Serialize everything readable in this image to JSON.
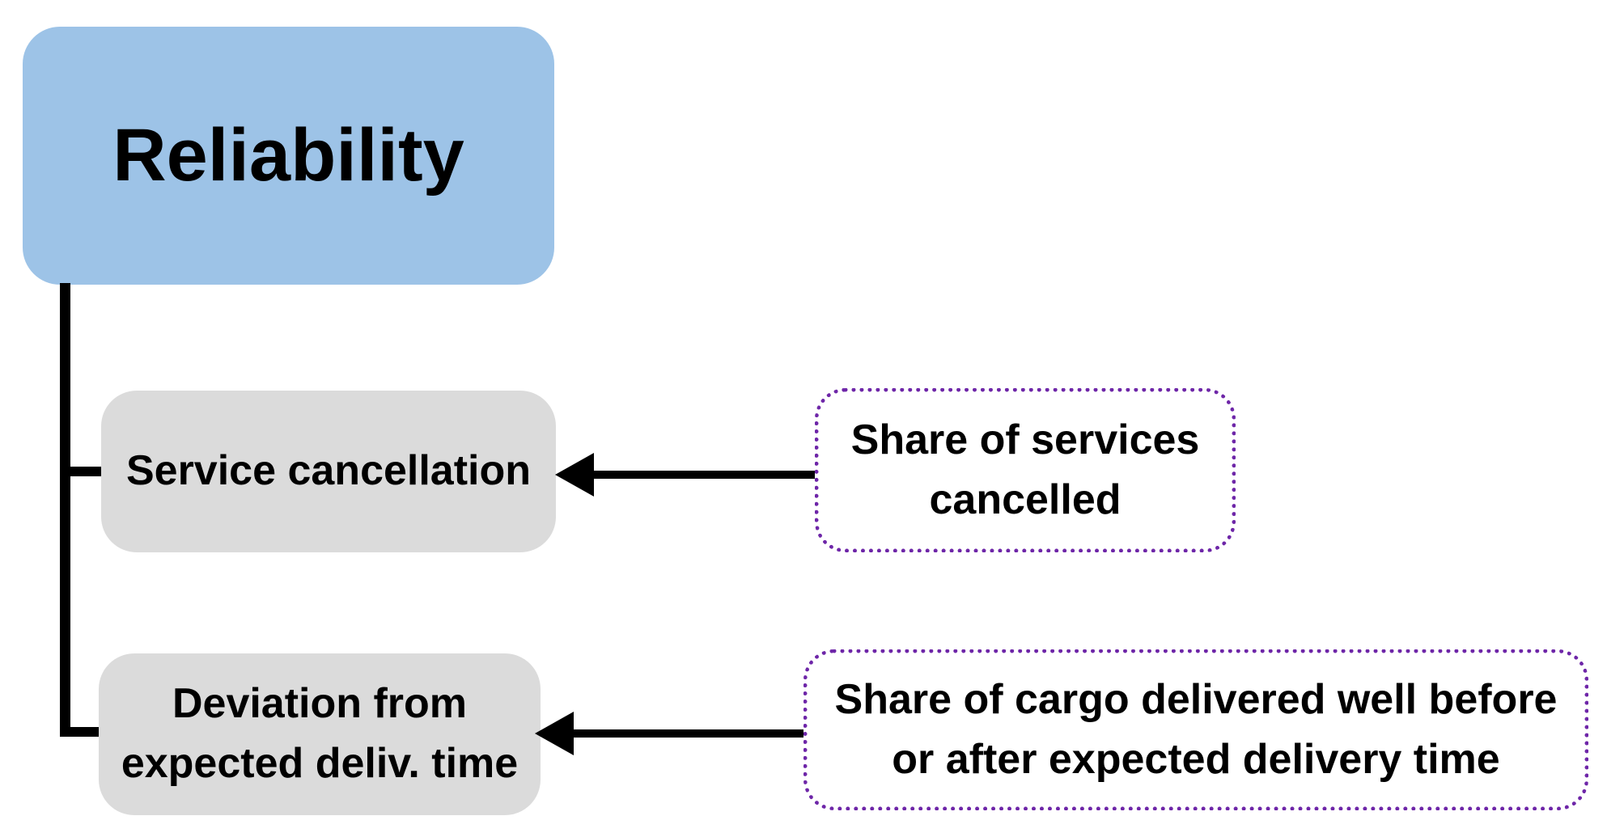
{
  "diagram": {
    "category": {
      "label": "Reliability",
      "fill_color": "#9DC3E7"
    },
    "metrics": [
      {
        "label": "Service cancellation",
        "fill_color": "#DBDBDB"
      },
      {
        "label": "Deviation from expected deliv. time",
        "fill_color": "#DBDBDB"
      }
    ],
    "indicators": [
      {
        "label": "Share of services cancelled",
        "border_color": "#6E26A8"
      },
      {
        "label": "Share of cargo delivered well before or after expected delivery time",
        "border_color": "#6E26A8"
      }
    ],
    "connector_color": "#000000",
    "background_color": "#FFFFFF"
  }
}
